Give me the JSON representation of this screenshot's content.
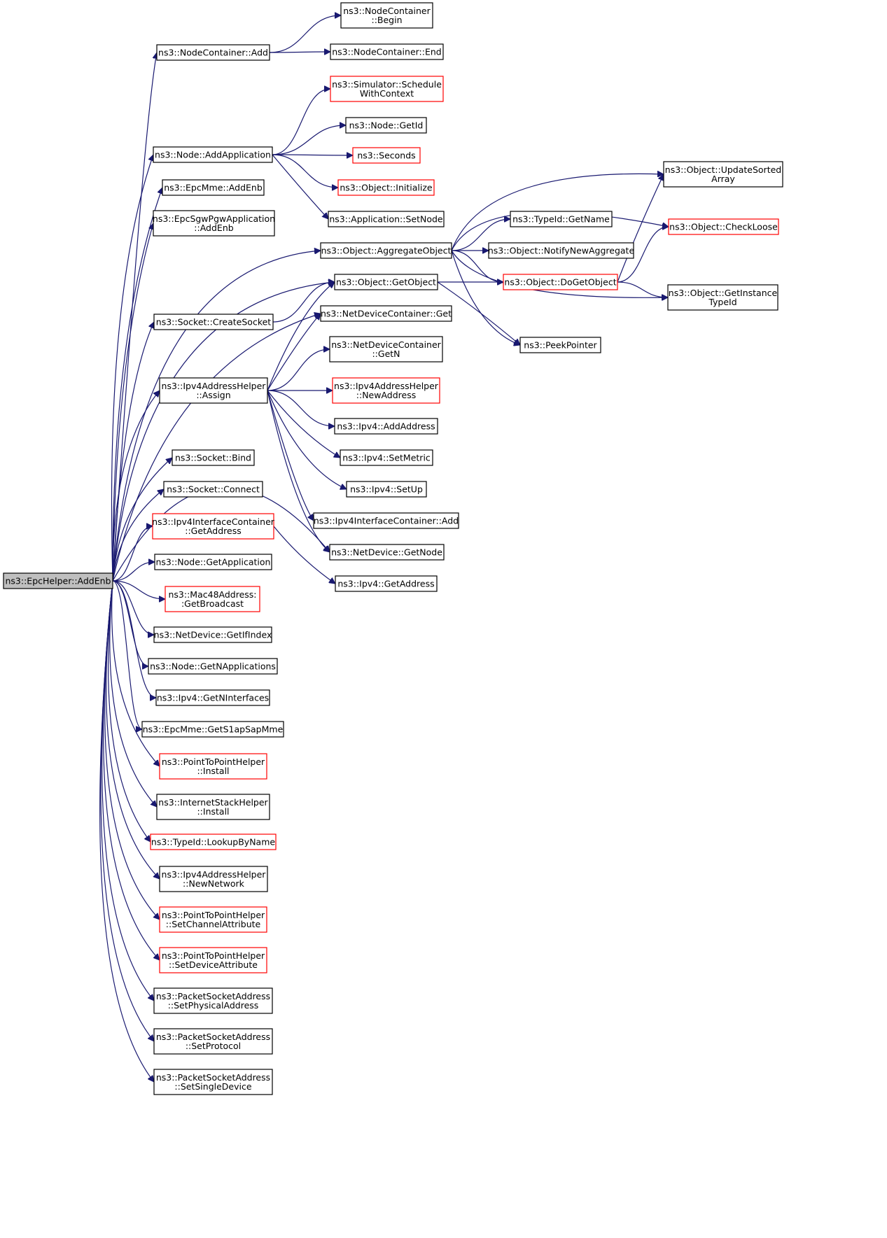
{
  "graph": {
    "nodes": [
      {
        "id": "root",
        "lines": [
          "ns3::EpcHelper::AddEnb"
        ],
        "style": "root"
      },
      {
        "id": "nc_add",
        "lines": [
          "ns3::NodeContainer::Add"
        ],
        "style": "black"
      },
      {
        "id": "nc_begin",
        "lines": [
          "ns3::NodeContainer",
          "::Begin"
        ],
        "style": "black"
      },
      {
        "id": "nc_end",
        "lines": [
          "ns3::NodeContainer::End"
        ],
        "style": "black"
      },
      {
        "id": "sim_sched",
        "lines": [
          "ns3::Simulator::Schedule",
          "WithContext"
        ],
        "style": "red"
      },
      {
        "id": "node_getid",
        "lines": [
          "ns3::Node::GetId"
        ],
        "style": "black"
      },
      {
        "id": "node_addapp",
        "lines": [
          "ns3::Node::AddApplication"
        ],
        "style": "black"
      },
      {
        "id": "seconds",
        "lines": [
          "ns3::Seconds"
        ],
        "style": "red"
      },
      {
        "id": "obj_init",
        "lines": [
          "ns3::Object::Initialize"
        ],
        "style": "red"
      },
      {
        "id": "epcmme_addenb",
        "lines": [
          "ns3::EpcMme::AddEnb"
        ],
        "style": "black"
      },
      {
        "id": "app_setnode",
        "lines": [
          "ns3::Application::SetNode"
        ],
        "style": "black"
      },
      {
        "id": "sgw_addenb",
        "lines": [
          "ns3::EpcSgwPgwApplication",
          "::AddEnb"
        ],
        "style": "black"
      },
      {
        "id": "obj_updsorted",
        "lines": [
          "ns3::Object::UpdateSorted",
          "Array"
        ],
        "style": "black"
      },
      {
        "id": "typeid_getname",
        "lines": [
          "ns3::TypeId::GetName"
        ],
        "style": "black"
      },
      {
        "id": "obj_checkloose",
        "lines": [
          "ns3::Object::CheckLoose"
        ],
        "style": "red"
      },
      {
        "id": "obj_aggregate",
        "lines": [
          "ns3::Object::AggregateObject"
        ],
        "style": "black"
      },
      {
        "id": "obj_notify",
        "lines": [
          "ns3::Object::NotifyNewAggregate"
        ],
        "style": "black"
      },
      {
        "id": "obj_getobject",
        "lines": [
          "ns3::Object::GetObject"
        ],
        "style": "black"
      },
      {
        "id": "obj_dogetobject",
        "lines": [
          "ns3::Object::DoGetObject"
        ],
        "style": "red"
      },
      {
        "id": "obj_getinstance",
        "lines": [
          "ns3::Object::GetInstance",
          "TypeId"
        ],
        "style": "black"
      },
      {
        "id": "sock_create",
        "lines": [
          "ns3::Socket::CreateSocket"
        ],
        "style": "black"
      },
      {
        "id": "ndc_get",
        "lines": [
          "ns3::NetDeviceContainer::Get"
        ],
        "style": "black"
      },
      {
        "id": "peekpointer",
        "lines": [
          "ns3::PeekPointer"
        ],
        "style": "black"
      },
      {
        "id": "ndc_getn",
        "lines": [
          "ns3::NetDeviceContainer",
          "::GetN"
        ],
        "style": "black"
      },
      {
        "id": "ipv4ah_assign",
        "lines": [
          "ns3::Ipv4AddressHelper",
          "::Assign"
        ],
        "style": "black"
      },
      {
        "id": "ipv4ah_newaddr",
        "lines": [
          "ns3::Ipv4AddressHelper",
          "::NewAddress"
        ],
        "style": "red"
      },
      {
        "id": "ipv4_addaddr",
        "lines": [
          "ns3::Ipv4::AddAddress"
        ],
        "style": "black"
      },
      {
        "id": "ipv4_setmetric",
        "lines": [
          "ns3::Ipv4::SetMetric"
        ],
        "style": "black"
      },
      {
        "id": "sock_bind",
        "lines": [
          "ns3::Socket::Bind"
        ],
        "style": "black"
      },
      {
        "id": "ipv4_setup",
        "lines": [
          "ns3::Ipv4::SetUp"
        ],
        "style": "black"
      },
      {
        "id": "sock_connect",
        "lines": [
          "ns3::Socket::Connect"
        ],
        "style": "black"
      },
      {
        "id": "ipv4ic_add",
        "lines": [
          "ns3::Ipv4InterfaceContainer::Add"
        ],
        "style": "black"
      },
      {
        "id": "ipv4ic_getaddr",
        "lines": [
          "ns3::Ipv4InterfaceContainer",
          "::GetAddress"
        ],
        "style": "red"
      },
      {
        "id": "nd_getnode",
        "lines": [
          "ns3::NetDevice::GetNode"
        ],
        "style": "black"
      },
      {
        "id": "node_getapp",
        "lines": [
          "ns3::Node::GetApplication"
        ],
        "style": "black"
      },
      {
        "id": "ipv4_getaddr",
        "lines": [
          "ns3::Ipv4::GetAddress"
        ],
        "style": "black"
      },
      {
        "id": "mac48_getbcast",
        "lines": [
          "ns3::Mac48Address:",
          ":GetBroadcast"
        ],
        "style": "red"
      },
      {
        "id": "nd_getifindex",
        "lines": [
          "ns3::NetDevice::GetIfIndex"
        ],
        "style": "black"
      },
      {
        "id": "node_getnapps",
        "lines": [
          "ns3::Node::GetNApplications"
        ],
        "style": "black"
      },
      {
        "id": "ipv4_getnif",
        "lines": [
          "ns3::Ipv4::GetNInterfaces"
        ],
        "style": "black"
      },
      {
        "id": "epcmme_gets1ap",
        "lines": [
          "ns3::EpcMme::GetS1apSapMme"
        ],
        "style": "black"
      },
      {
        "id": "p2p_install",
        "lines": [
          "ns3::PointToPointHelper",
          "::Install"
        ],
        "style": "red"
      },
      {
        "id": "ish_install",
        "lines": [
          "ns3::InternetStackHelper",
          "::Install"
        ],
        "style": "black"
      },
      {
        "id": "typeid_lookup",
        "lines": [
          "ns3::TypeId::LookupByName"
        ],
        "style": "red"
      },
      {
        "id": "ipv4ah_newnet",
        "lines": [
          "ns3::Ipv4AddressHelper",
          "::NewNetwork"
        ],
        "style": "black"
      },
      {
        "id": "p2p_setchan",
        "lines": [
          "ns3::PointToPointHelper",
          "::SetChannelAttribute"
        ],
        "style": "red"
      },
      {
        "id": "p2p_setdev",
        "lines": [
          "ns3::PointToPointHelper",
          "::SetDeviceAttribute"
        ],
        "style": "red"
      },
      {
        "id": "psa_setphys",
        "lines": [
          "ns3::PacketSocketAddress",
          "::SetPhysicalAddress"
        ],
        "style": "black"
      },
      {
        "id": "psa_setproto",
        "lines": [
          "ns3::PacketSocketAddress",
          "::SetProtocol"
        ],
        "style": "black"
      },
      {
        "id": "psa_setsingle",
        "lines": [
          "ns3::PacketSocketAddress",
          "::SetSingleDevice"
        ],
        "style": "black"
      }
    ]
  }
}
